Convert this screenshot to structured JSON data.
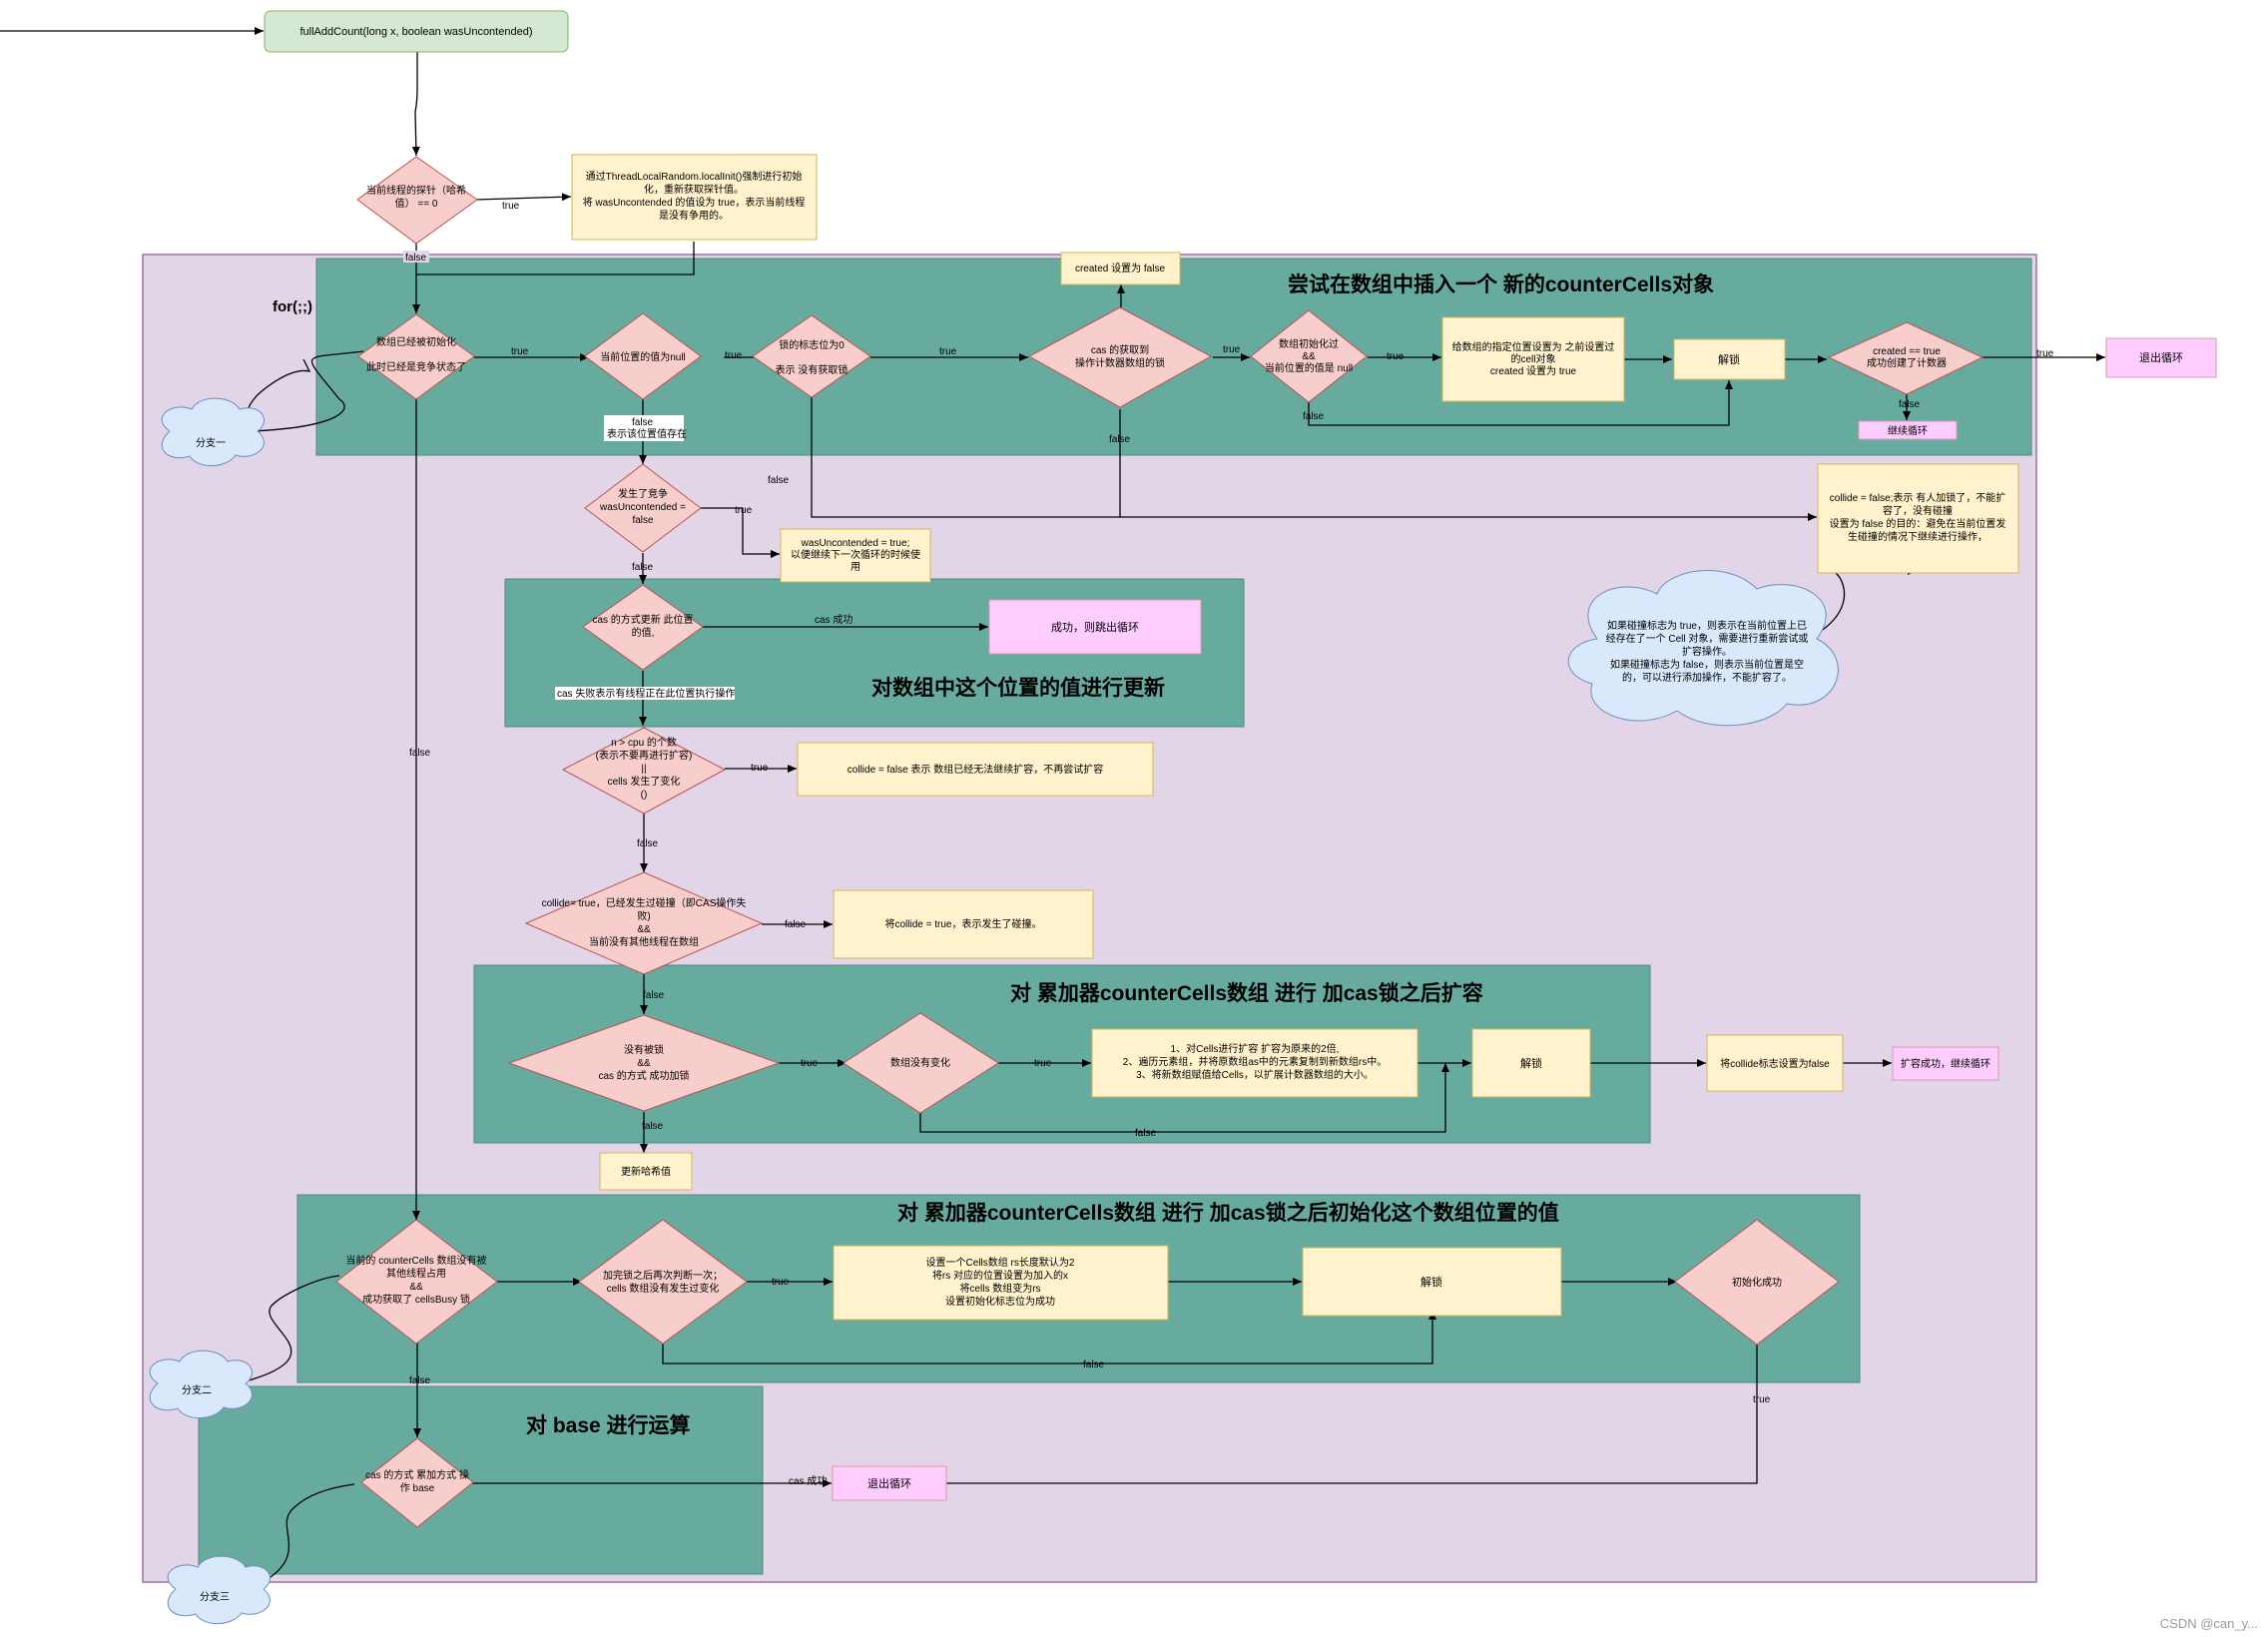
{
  "start": "fullAddCount(long x, boolean wasUncontended)",
  "loop": "for(;;)",
  "sections": {
    "insert": "尝试在数组中插入一个 新的counterCells对象",
    "update": "对数组中这个位置的值进行更新",
    "expand": "对 累加器counterCells数组 进行    加cas锁之后扩容",
    "init": "对 累加器counterCells数组 进行    加cas锁之后初始化这个数组位置的值",
    "base": "对 base 进行运算"
  },
  "nodes": {
    "probe_zero": [
      "当前线程的探针（哈希",
      "值） == 0"
    ],
    "probe_note": [
      "通过ThreadLocalRandom.localInit()强制进行初始",
      "化，重新获取探针值。",
      "将 wasUncontended 的值设为 true，表示当前线程",
      "是没有争用的。"
    ],
    "array_inited": [
      "数组已经被初始化",
      "",
      "此时已经是竞争状态了"
    ],
    "pos_null": [
      "当前位置的值为null"
    ],
    "lock_zero": [
      "锁的标志位为0",
      "",
      "表示 没有获取锁"
    ],
    "created_false": "created 设置为 false",
    "cas_lock": [
      "cas 的获取到",
      "操作计数器数组的锁"
    ],
    "arr_init_null": [
      "数组初始化过",
      "&&",
      "当前位置的值是 null"
    ],
    "set_cell": [
      "给数组的指定位置设置为 之前设置过",
      "的cell对象",
      "created 设置为 true"
    ],
    "unlock1": "解锁",
    "created_check": [
      "created == true",
      "成功创建了计数器"
    ],
    "exit1": "退出循环",
    "continue1": "继续循环",
    "collide_note": [
      "collide = false;表示 有人加锁了，不能扩",
      "容了，没有碰撞",
      "设置为 false 的目的：避免在当前位置发",
      "生碰撞的情况下继续进行操作，"
    ],
    "cloud_collide": [
      "如果碰撞标志为 true，则表示在当前位置上已",
      "经存在了一个 Cell 对象，需要进行重新尝试或",
      "扩容操作。",
      "如果碰撞标志为 false，则表示当前位置是空",
      "的，可以进行添加操作，不能扩容了。"
    ],
    "contention": [
      "发生了竞争",
      "wasUncontended  =",
      "false"
    ],
    "was_note": [
      "wasUncontended = true;",
      "以便继续下一次循环的时候使",
      "用"
    ],
    "cas_update": [
      "cas 的方式更新 此位置",
      "的值,"
    ],
    "success_exit": "成功，则跳出循环",
    "n_cpu": [
      "n > cpu 的个数",
      "(表示不要再进行扩容)",
      "||",
      "cells  发生了变化",
      "()"
    ],
    "collide_false_note": "collide = false 表示 数组已经无法继续扩容，不再尝试扩容",
    "collide_true": [
      "collide= true，已经发生过碰撞（即CAS操作失",
      "败)",
      "&&",
      "当前没有其他线程在数组"
    ],
    "set_collide_true": "将collide = true，表示发生了碰撞。",
    "no_lock": [
      "没有被锁",
      "&&",
      "cas 的方式 成功加锁"
    ],
    "arr_nochange": [
      "数组没有变化"
    ],
    "expand_steps": [
      "1、对Cells进行扩容 扩容为原来的2倍,",
      "2、遍历元素组，并将原数组as中的元素复制到新数组rs中。",
      "3、将新数组赋值给Cells，以扩展计数器数组的大小。"
    ],
    "unlock2": "解锁",
    "set_collide_false": "将collide标志设置为false",
    "expand_ok": "扩容成功，继续循环",
    "rehash": "更新哈希值",
    "not_taken": [
      "当前的 counterCells 数组没有被",
      "其他线程占用",
      "&&",
      "成功获取了 cellsBusy 锁"
    ],
    "recheck": [
      "加完锁之后再次判断一次；",
      "cells 数组没有发生过变化"
    ],
    "init_steps": [
      "设置一个Cells数组 rs长度默认为2",
      "将rs 对应的位置设置为加入的x",
      "将cells 数组变为rs",
      "设置初始化标志位为成功"
    ],
    "unlock3": "解锁",
    "init_ok": "初始化成功",
    "cas_base": [
      "cas 的方式 累加方式 操",
      "作 base"
    ],
    "exit2": "退出循环",
    "branch1": "分支一",
    "branch2": "分支二",
    "branch3": "分支三"
  },
  "labels": {
    "true": "true",
    "false": "false",
    "false_exists": [
      "false",
      "表示该位置值存在"
    ],
    "cas_success": "cas 成功",
    "cas_fail": "cas 失败表示有线程正在此位置执行操作",
    "cas_success2": "cas 成功"
  },
  "watermark": "CSDN @can_y...",
  "colors": {
    "outer_bg": "#e1d5e7",
    "outer_border": "#9673a6",
    "section": "#67ab9f",
    "decision": "#f8cecc",
    "decision_border": "#b85450",
    "note": "#fff2cc",
    "note_border": "#d6b656",
    "exit": "#ffccff",
    "start": "#d5e8d4",
    "cloud": "#dae8fc"
  }
}
